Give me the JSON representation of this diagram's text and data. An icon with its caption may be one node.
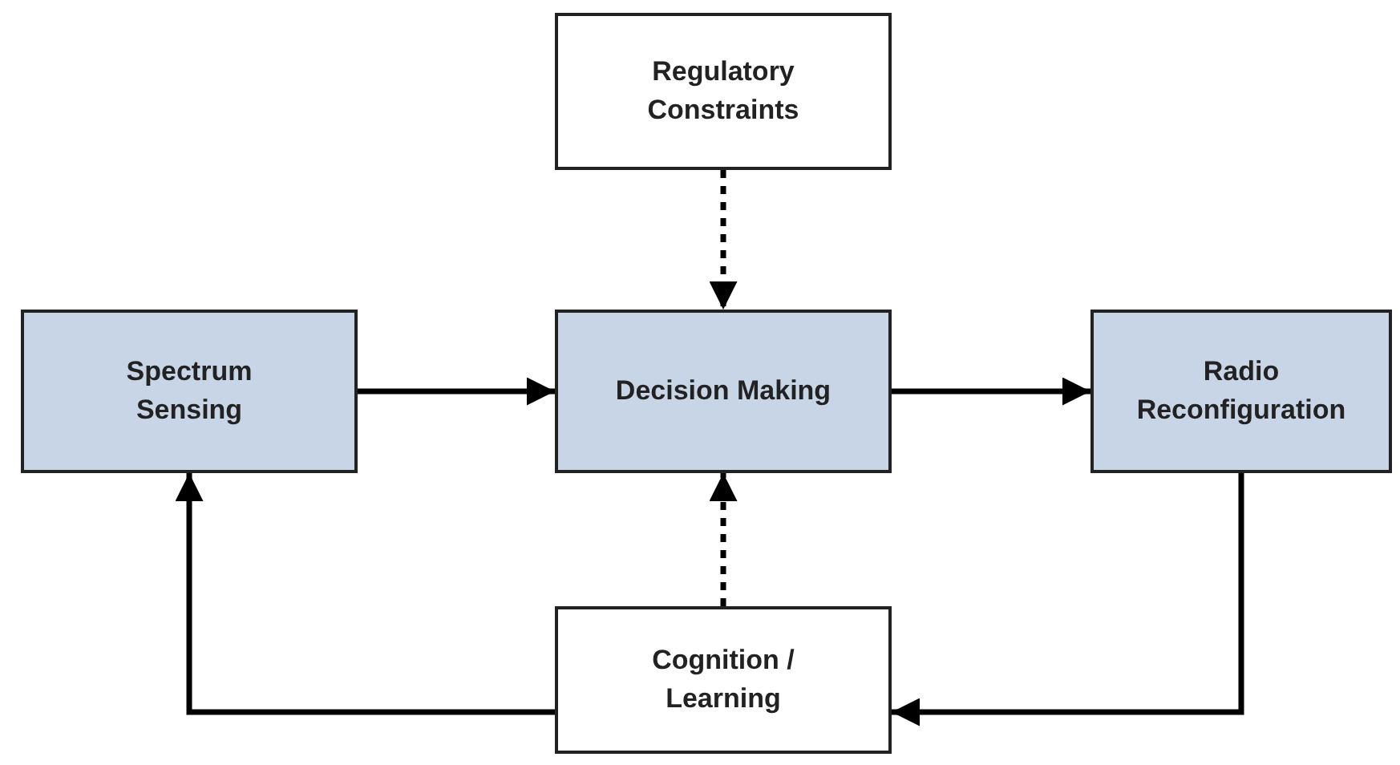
{
  "diagram": {
    "nodes": [
      {
        "text": [
          "Regulatory Constraints"
        ]
      },
      {
        "text": [
          "Spectrum Sensing"
        ]
      },
      {
        "text": [
          "Decision Making"
        ]
      },
      {
        "text": [
          "Radio Reconfiguration"
        ]
      },
      {
        "text": [
          "Cognition / Learning"
        ]
      }
    ],
    "edges": [
      {
        "from": 0,
        "to": 2,
        "arrow": "to",
        "style": "dashed"
      },
      {
        "from": 1,
        "to": 2,
        "arrow": "to"
      },
      {
        "from": 2,
        "to": 3,
        "arrow": "to"
      },
      {
        "from": 3,
        "to": 4,
        "arrow": "to"
      },
      {
        "from": 4,
        "to": 2,
        "arrow": "to",
        "style": "dashed"
      },
      {
        "from": 4,
        "to": 1,
        "arrow": "to"
      }
    ]
  }
}
